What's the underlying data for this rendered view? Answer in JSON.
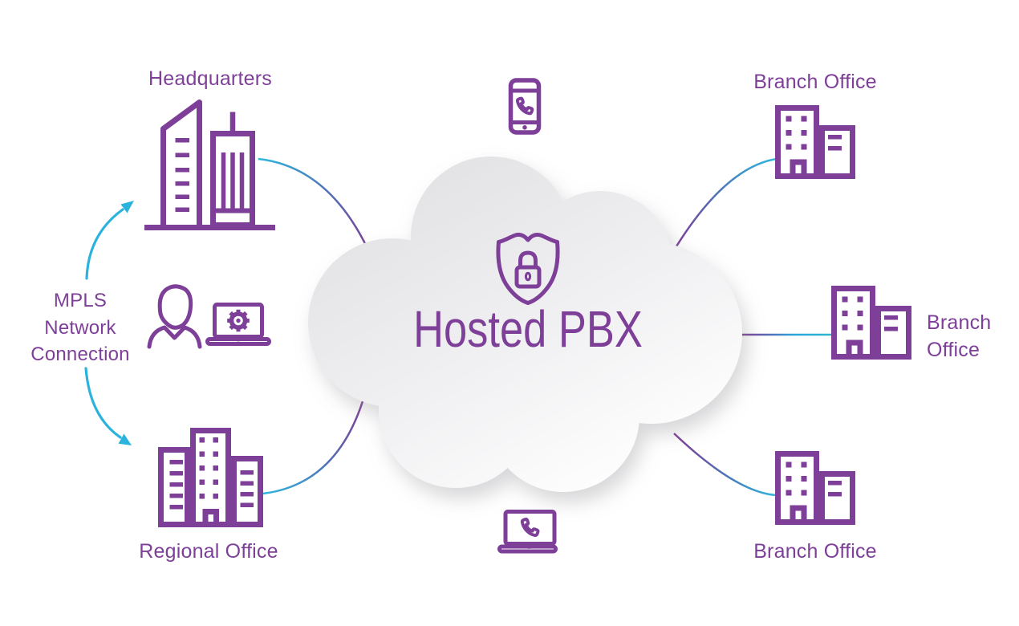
{
  "diagram": {
    "cloud": {
      "label": "Hosted PBX",
      "badge_icon": "shield-lock-icon"
    },
    "headquarters": {
      "label": "Headquarters",
      "icon": "headquarters-building-icon"
    },
    "mpls": {
      "label": "MPLS Network Connection",
      "arrow_up_icon": "curved-arrow-up-icon",
      "arrow_down_icon": "curved-arrow-down-icon"
    },
    "workstation": {
      "person_icon": "person-icon",
      "laptop_icon": "laptop-gear-icon"
    },
    "regional": {
      "label": "Regional Office",
      "icon": "regional-office-building-icon"
    },
    "branches": {
      "top": {
        "label": "Branch Office",
        "icon": "branch-office-building-icon"
      },
      "middle": {
        "label": "Branch Office",
        "icon": "branch-office-building-icon"
      },
      "bottom": {
        "label": "Branch Office",
        "icon": "branch-office-building-icon"
      }
    },
    "devices": {
      "mobile_icon": "smartphone-call-icon",
      "laptop_icon": "laptop-call-icon"
    },
    "colors": {
      "purple": "#7d3f98",
      "teal": "#2bb3dd",
      "cloud_gray": "#e2e2e5",
      "cloud_white": "#ffffff"
    }
  }
}
